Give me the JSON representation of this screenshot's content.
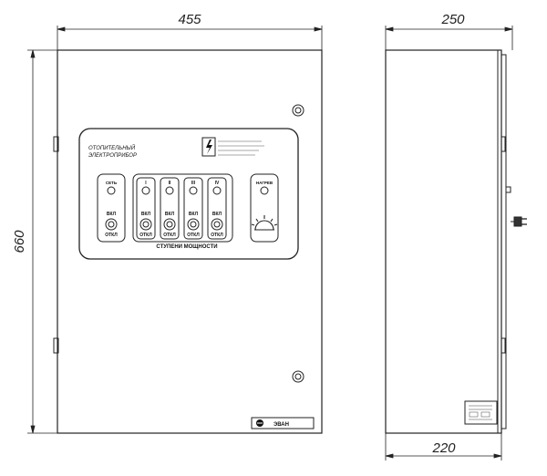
{
  "dimensions": {
    "front_width": "455",
    "front_height": "660",
    "side_depth": "250",
    "side_body_depth": "220"
  },
  "panel": {
    "title_line1": "ОТОПИТЕЛЬНЫЙ",
    "title_line2": "ЭЛЕКТРОПРИБОР",
    "power_label": "ВКЛ",
    "power_off_label": "ОТКЛ",
    "power_lamp_label": "СЕТЬ",
    "stages": [
      {
        "numeral": "I",
        "on": "ВКЛ",
        "off": "ОТКЛ"
      },
      {
        "numeral": "II",
        "on": "ВКЛ",
        "off": "ОТКЛ"
      },
      {
        "numeral": "III",
        "on": "ВКЛ",
        "off": "ОТКЛ"
      },
      {
        "numeral": "IV",
        "on": "ВКЛ",
        "off": "ОТКЛ"
      }
    ],
    "stages_caption": "СТУПЕНИ МОЩНОСТИ",
    "heat_lamp_label": "НАГРЕВ"
  },
  "nameplate": {
    "brand": "ЭВАН"
  },
  "colors": {
    "line": "#222222",
    "panel_fill": "#ffffff"
  }
}
